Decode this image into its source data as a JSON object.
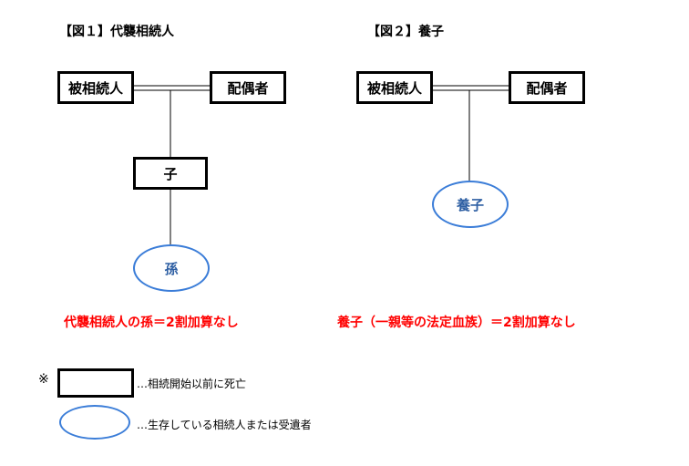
{
  "figure1": {
    "title": "【図１】代襲相続人",
    "decedent": "被相続人",
    "spouse": "配偶者",
    "child": "子",
    "grandchild": "孫",
    "caption": "代襲相続人の孫＝2割加算なし"
  },
  "figure2": {
    "title": "【図２】養子",
    "decedent": "被相続人",
    "spouse": "配偶者",
    "adopted_child": "養子",
    "caption": "養子（一親等の法定血族）＝2割加算なし"
  },
  "legend": {
    "note_mark": "※",
    "box_text": "…相続開始以前に死亡",
    "ellipse_text": "…生存している相続人または受遺者"
  },
  "colors": {
    "caption": "#ff0000",
    "ellipse_border": "#3b7dd8",
    "ellipse_text": "#2e5fa3"
  }
}
